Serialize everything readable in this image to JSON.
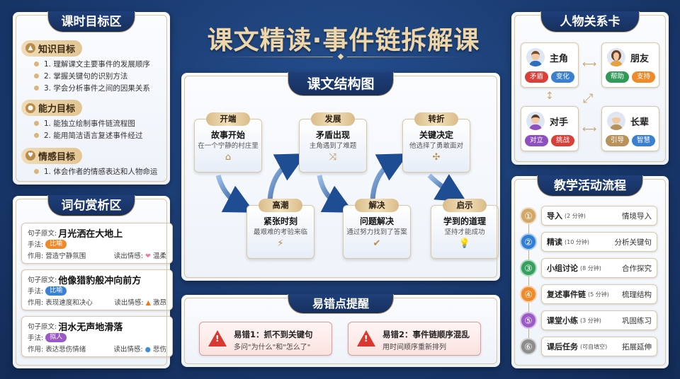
{
  "title": "课文精读·事件链拆解课",
  "goals": {
    "title": "课时目标区",
    "sections": [
      {
        "label": "知识目标",
        "icon": "graduation-cap-icon",
        "items": [
          "1. 理解课文主要事件的发展顺序",
          "2. 掌握关键句的识别方法",
          "3. 学会分析事件之间的因果关系"
        ]
      },
      {
        "label": "能力目标",
        "icon": "person-icon",
        "items": [
          "1. 能独立绘制事件链流程图",
          "2. 能用简洁语言复述事件经过"
        ]
      },
      {
        "label": "情感目标",
        "icon": "heart-icon",
        "items": [
          "1. 体会作者的情感表达和人物命运"
        ]
      }
    ]
  },
  "sentences": {
    "title": "词句赏析区",
    "orig_label": "句子原文:",
    "method_label": "手法:",
    "effect_label": "作用:",
    "emotion_label": "读出情感:",
    "cards": [
      {
        "text": "月光洒在大地上",
        "method": "比喻",
        "method_color": "#ef8a2a",
        "effect": "营造宁静氛围",
        "emotion_icon": "❤",
        "emotion_color": "#f07a9a",
        "emotion": "温柔"
      },
      {
        "text": "他像猎豹般冲向前方",
        "method": "比喻",
        "method_color": "#3b82d6",
        "effect": "表现速度和决心",
        "emotion_icon": "🔥",
        "emotion_color": "#f07a1a",
        "emotion": "激昂"
      },
      {
        "text": "泪水无声地滑落",
        "method": "拟人",
        "method_color": "#9b59c8",
        "effect": "表达悲伤情绪",
        "emotion_icon": "💧",
        "emotion_color": "#3a8ee0",
        "emotion": "悲伤"
      }
    ]
  },
  "structure": {
    "title": "课文结构图",
    "nodes": [
      {
        "tag": "开端",
        "head": "故事开始",
        "desc": "在一个宁静的村庄里",
        "icon": "⌂",
        "icon_name": "house-icon"
      },
      {
        "tag": "高潮",
        "head": "紧张时刻",
        "desc": "最艰难的考验来临",
        "icon": "⚡",
        "icon_name": "lightning-icon"
      },
      {
        "tag": "发展",
        "head": "矛盾出现",
        "desc": "主角遇到了难题",
        "icon": "⤨",
        "icon_name": "shuffle-icon"
      },
      {
        "tag": "解决",
        "head": "问题解决",
        "desc": "通过努力找到了答案",
        "icon": "✔",
        "icon_name": "check-circle-icon"
      },
      {
        "tag": "转折",
        "head": "关键决定",
        "desc": "他选择了勇敢面对",
        "icon": "✣",
        "icon_name": "crossroads-icon"
      },
      {
        "tag": "启示",
        "head": "学到的道理",
        "desc": "坚持才能成功",
        "icon": "💡",
        "icon_name": "lightbulb-icon"
      }
    ]
  },
  "mistakes": {
    "title": "易错点提醒",
    "items": [
      {
        "title": "易错1：抓不到关键句",
        "desc": "多问\"为什么\"和\"怎么了\""
      },
      {
        "title": "易错2：事件链顺序混乱",
        "desc": "用时间顺序重新排列"
      }
    ]
  },
  "characters": {
    "title": "人物关系卡",
    "cards": [
      {
        "name": "主角",
        "tags": [
          {
            "label": "矛盾",
            "color": "#d9403a"
          },
          {
            "label": "变化",
            "color": "#3a7fd0"
          }
        ],
        "hair": "#7a4a2a",
        "shirt": "#2f6fc0"
      },
      {
        "name": "朋友",
        "tags": [
          {
            "label": "帮助",
            "color": "#2f9a5a"
          },
          {
            "label": "支持",
            "color": "#ef8a2a"
          }
        ],
        "hair": "#6a3f22",
        "shirt": "#e6a23c"
      },
      {
        "name": "对手",
        "tags": [
          {
            "label": "对立",
            "color": "#8e4fc0"
          },
          {
            "label": "挑战",
            "color": "#d9403a"
          }
        ],
        "hair": "#5a3a22",
        "shirt": "#8e4fc0"
      },
      {
        "name": "长辈",
        "tags": [
          {
            "label": "引导",
            "color": "#b8925a"
          },
          {
            "label": "智慧",
            "color": "#3a7fd0"
          }
        ],
        "hair": "#e8e8e8",
        "shirt": "#b8925a"
      }
    ]
  },
  "flow": {
    "title": "教学活动流程",
    "steps": [
      {
        "num": "①",
        "color": "#d2a868",
        "name": "导入",
        "duration": "(2 分钟)",
        "goal": "情境导入"
      },
      {
        "num": "②",
        "color": "#2f7fd6",
        "name": "精读",
        "duration": "(10 分钟)",
        "goal": "分析关键句"
      },
      {
        "num": "③",
        "color": "#35a05e",
        "name": "小组讨论",
        "duration": "(8 分钟)",
        "goal": "合作探究"
      },
      {
        "num": "④",
        "color": "#ef8a2a",
        "name": "复述事件链",
        "duration": "(5 分钟)",
        "goal": "梳理结构"
      },
      {
        "num": "⑤",
        "color": "#9b59c8",
        "name": "课堂小练",
        "duration": "(3 分钟)",
        "goal": "巩固练习"
      },
      {
        "num": "⑥",
        "color": "#8d8d8d",
        "name": "课后任务",
        "duration": "(可自填空)",
        "goal": "拓展延伸"
      }
    ]
  }
}
